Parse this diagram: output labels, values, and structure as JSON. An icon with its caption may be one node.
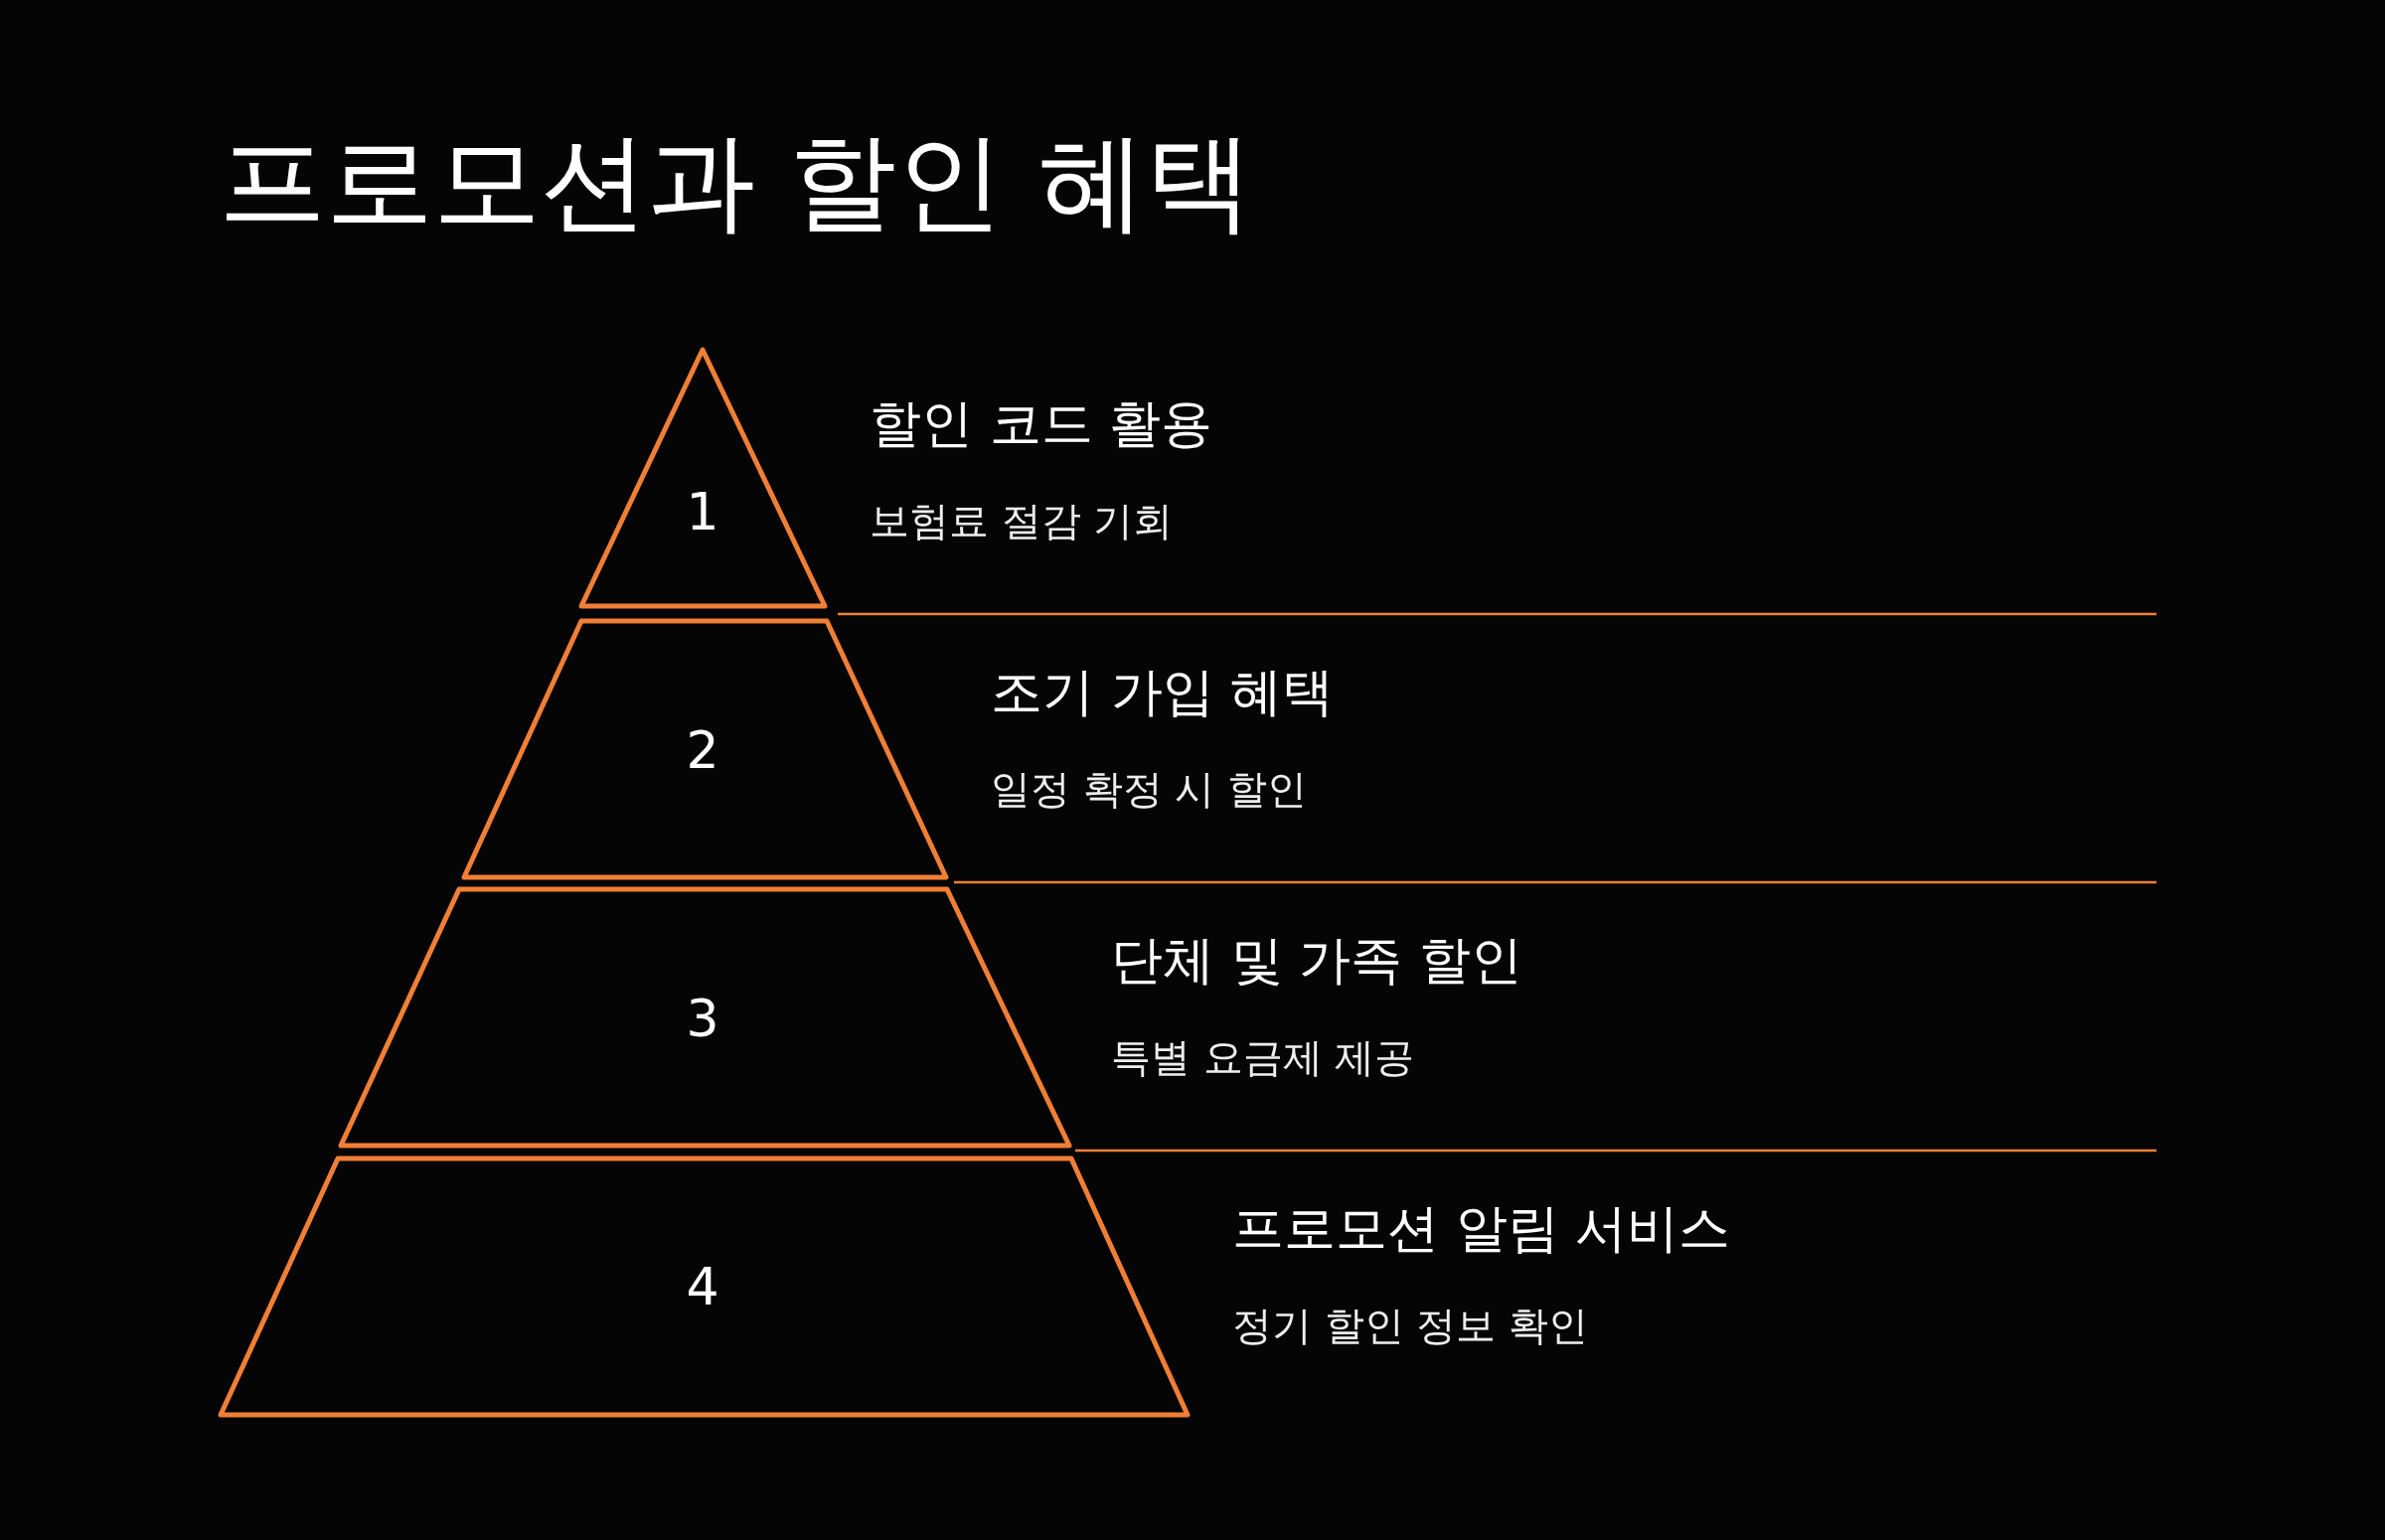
{
  "diagram": {
    "title": "프로모션과 할인 혜택",
    "nodes": [
      {
        "text": [
          "1"
        ],
        "beside": [
          "할인 코드 활용",
          "보험료 절감 기회"
        ]
      },
      {
        "text": [
          "2"
        ],
        "beside": [
          "조기 가입 혜택",
          "일정 확정 시 할인"
        ]
      },
      {
        "text": [
          "3"
        ],
        "beside": [
          "단체 및 가족 할인",
          "특별 요금제 제공"
        ]
      },
      {
        "text": [
          "4"
        ],
        "beside": [
          "프로모션 알림 서비스",
          "정기 할인 정보 확인"
        ]
      }
    ],
    "edges": []
  }
}
